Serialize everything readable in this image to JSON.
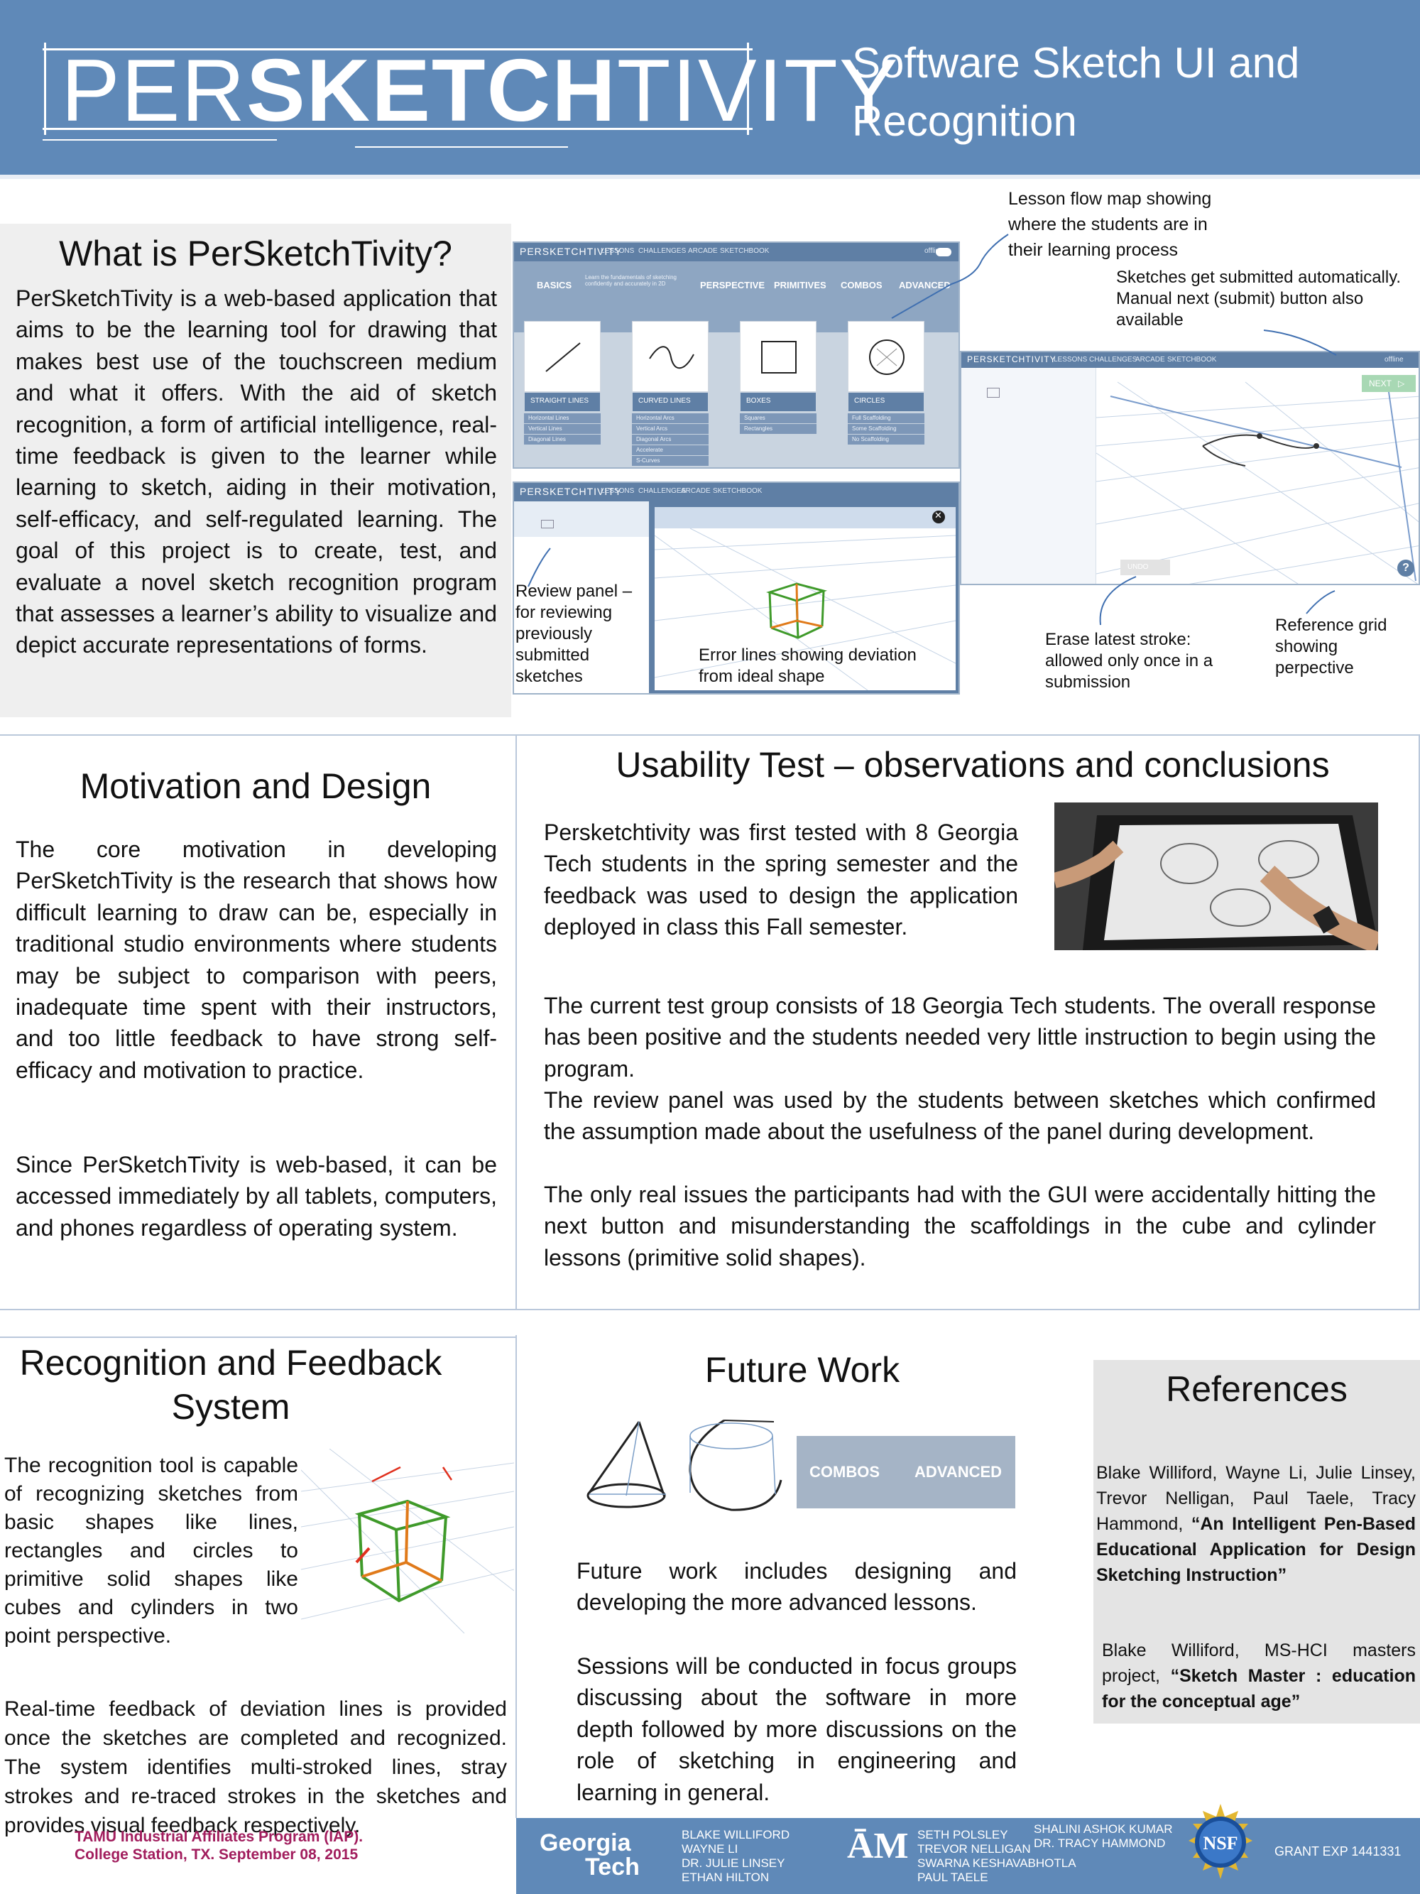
{
  "header": {
    "logo_text_thin1": "PER",
    "logo_text_bold": "SKETCH",
    "logo_text_thin2": "TIVITY",
    "title": "Software Sketch UI and Recognition"
  },
  "what": {
    "heading": "What is PerSketchTivity?",
    "body": "PerSketchTivity is a web-based application that aims to be the learning tool for drawing that makes best use of the touchscreen medium and what it offers. With the aid of sketch recognition, a form of artificial intelligence, real-time feedback is given to the learner while learning to sketch, aiding in their motivation, self-efficacy, and self-regulated learning. The goal of this project is to create, test, and evaluate a novel sketch recognition program that assesses a learner’s ability to visualize and depict accurate representations of forms."
  },
  "screens": {
    "brand": "PERSKETCHTIVITY",
    "nav": [
      "LESSONS",
      "CHALLENGES",
      "ARCADE",
      "SKETCHBOOK"
    ],
    "offline": "offline",
    "lesson_categories": [
      "BASICS",
      "PERSPECTIVE",
      "PRIMITIVES",
      "COMBOS",
      "ADVANCED"
    ],
    "basics_desc": "Learn the fundamentals of sketching confidently and accurately in 2D",
    "cards": [
      "STRAIGHT LINES",
      "CURVED LINES",
      "BOXES",
      "CIRCLES"
    ],
    "card_items": [
      [
        "Horizontal Lines",
        "Vertical Lines",
        "Diagonal Lines"
      ],
      [
        "Horizontal Arcs",
        "Vertical Arcs",
        "Diagonal Arcs",
        "Accelerate",
        "S-Curves"
      ],
      [
        "Squares",
        "Rectangles"
      ],
      [
        "Full Scaffolding",
        "Some Scaffolding",
        "No Scaffolding"
      ]
    ],
    "next_label": "NEXT",
    "undo_label": "UNDO",
    "help_symbol": "?",
    "close_symbol": "✕"
  },
  "annotations": {
    "flow_map": "Lesson flow map showing where the students are in their learning process",
    "submitted": "Sketches get submitted automatically. Manual next (submit) button also available",
    "review_panel": "Review panel – for reviewing previously submitted sketches",
    "error_lines": "Error lines showing deviation from ideal shape",
    "erase": "Erase latest stroke: allowed only once in a submission",
    "ref_grid": "Reference grid showing perpective"
  },
  "motivation": {
    "heading": "Motivation and Design",
    "p1": "The core motivation in developing PerSketchTivity is the research that shows how difficult learning to draw can be, especially in traditional studio environments where students may be subject to comparison with peers, inadequate time spent with their instructors, and too little feedback to have strong self-efficacy and motivation to practice.",
    "p2": "Since PerSketchTivity is web-based, it can be accessed immediately by all tablets, computers, and phones regardless of operating system."
  },
  "usability": {
    "heading": "Usability Test – observations and conclusions",
    "p1": "Persketchtivity was first tested with 8 Georgia Tech students in the spring semester and the feedback was used to design the application deployed in class this Fall semester.",
    "p2": "The current test group consists of 18 Georgia Tech students. The overall response has been positive and the students needed very little instruction to begin using the program.",
    "p3": "The review panel was used by the students between sketches which confirmed the assumption made about the usefulness of the panel during development.",
    "p4": "The only real issues the participants had with the GUI were accidentally hitting the next button and misunderstanding the scaffoldings in the cube and cylinder lessons (primitive solid shapes)."
  },
  "recognition": {
    "heading_line1": "Recognition and Feedback",
    "heading_line2": "System",
    "p1": "The recognition tool is capable of recognizing sketches from basic shapes like lines, rectangles and circles to primitive solid shapes like cubes and cylinders in two point perspective.",
    "p2": "Real-time feedback of deviation lines is provided once the sketches are completed and recognized. The system identifies multi-stroked lines, stray strokes and re-traced strokes in the sketches and provides visual feedback respectively."
  },
  "future": {
    "heading": "Future Work",
    "tile_combos": "COMBOS",
    "tile_advanced": "ADVANCED",
    "p1": "Future work includes designing and developing the more advanced lessons.",
    "p2": "Sessions will be conducted in focus groups discussing about the software in more depth followed by more discussions on the role of sketching in engineering and learning in general."
  },
  "references": {
    "heading": "References",
    "r1_authors": "Blake Williford, Wayne Li, Julie Linsey, Trevor Nelligan, Paul Taele, Tracy Hammond, ",
    "r1_title": "“An Intelligent Pen-Based Educational Application for Design Sketching Instruction”",
    "r2_authors": "Blake Williford, MS-HCI masters project, ",
    "r2_title": "“Sketch Master : education for the conceptual age”"
  },
  "footer": {
    "iap_line1": "TAMU Industrial Affiliates Program (IAP).",
    "iap_line2": "College Station, TX. September 08, 2015",
    "gt_line1": "Georgia",
    "gt_line2": "Tech",
    "gt_names": "BLAKE WILLIFORD\nWAYNE LI\nDR. JULIE LINSEY\nETHAN HILTON",
    "tamu_names": "SETH POLSLEY\nTREVOR NELLIGAN\nSWARNA KESHAVABHOTLA\nPAUL TAELE",
    "tamu_names2": "SHALINI ASHOK KUMAR\nDR. TRACY HAMMOND",
    "tamu_logo": "ĀM",
    "nsf_logo": "NSF",
    "grant": "GRANT EXP 1441331"
  },
  "colors": {
    "header_blue": "#5f89b8",
    "app_blue": "#5f7fa5",
    "iap_magenta": "#a11d5d",
    "error_green": "#3f9a2a",
    "error_orange": "#e07a1a"
  }
}
